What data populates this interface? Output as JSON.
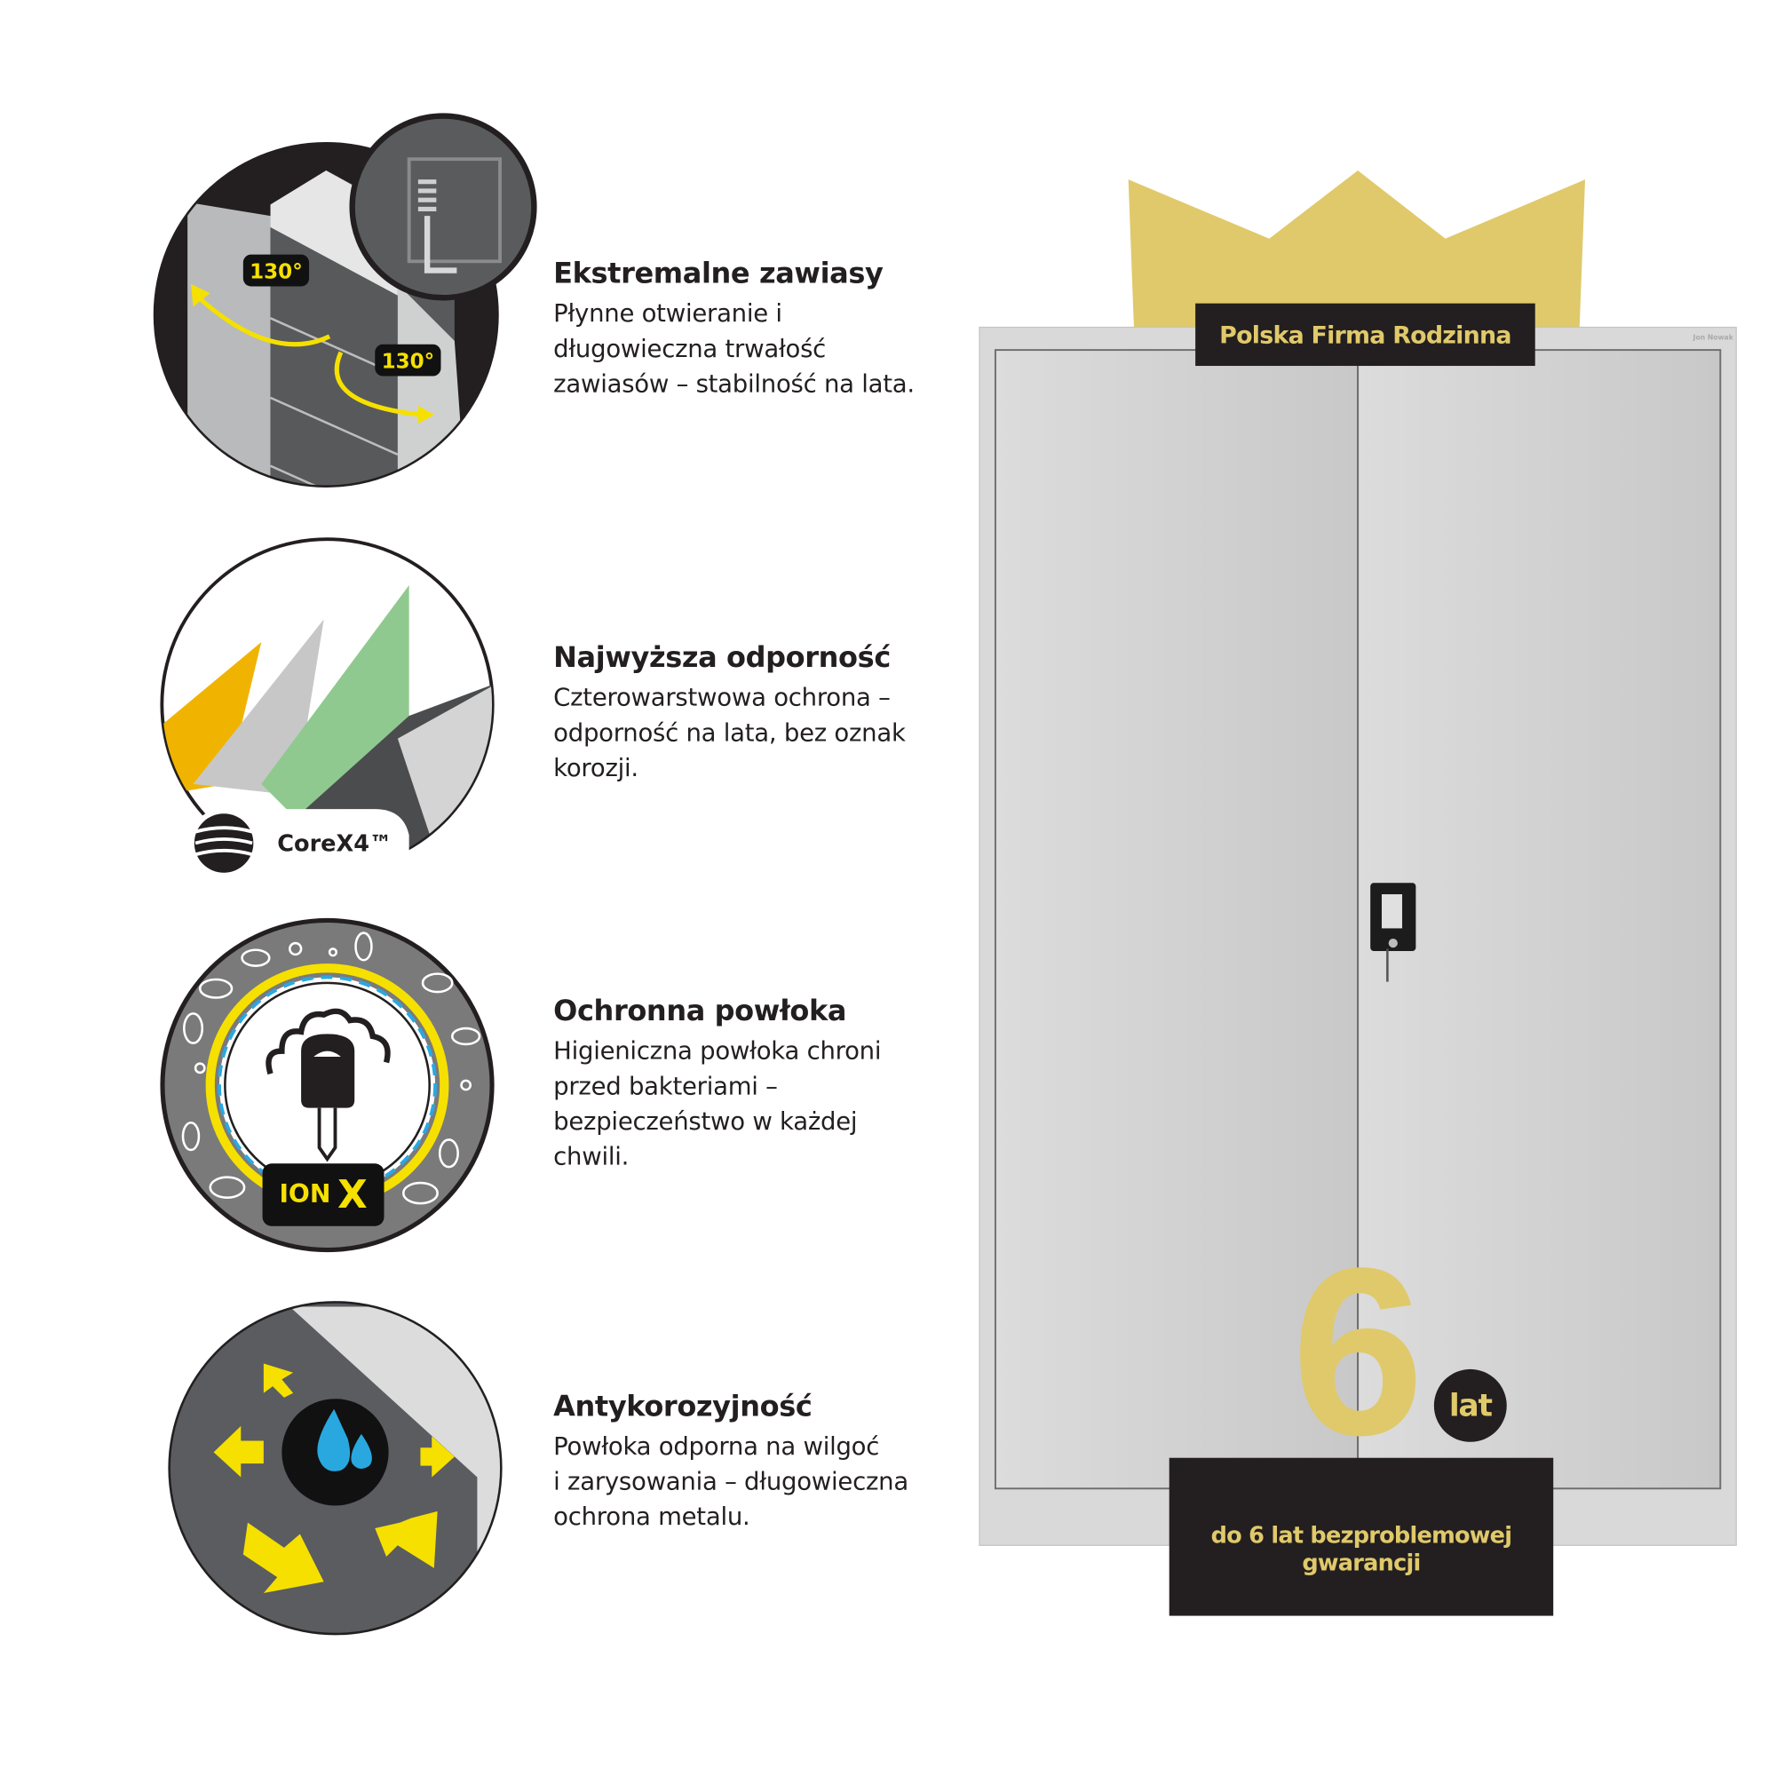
{
  "features": [
    {
      "title": "Ekstremalne zawiasy",
      "lines": [
        "Płynne otwieranie i",
        "długowieczna trwałość",
        "zawiasów – stabilność na lata."
      ],
      "badges": [
        "130°",
        "130°"
      ]
    },
    {
      "title": "Najwyższa odporność",
      "lines": [
        "Czterowarstwowa  ochrona –",
        "odporność na lata, bez oznak",
        "korozji."
      ],
      "badge": "CoreX4™"
    },
    {
      "title": "Ochronna powłoka",
      "lines": [
        "Higieniczna powłoka chroni",
        "przed bakteriami –",
        "bezpieczeństwo w każdej",
        "chwili."
      ],
      "badge_a": "ION",
      "badge_b": "X"
    },
    {
      "title": "Antykorozyjność",
      "lines": [
        "Powłoka odporna na wilgoć",
        "i zarysowania – długowieczna",
        "ochrona metalu."
      ]
    }
  ],
  "banner": "Polska Firma Rodzinna",
  "brand_mark": "Jon Nowak",
  "warranty": {
    "number": "6",
    "unit": "lat",
    "text_line1": "do 6 lat bezproblemowej",
    "text_line2": "gwarancji"
  },
  "colors": {
    "gold": "#e0c96a",
    "dark": "#231f20",
    "yellow": "#f5e000",
    "cabinet": "#d6d6d6"
  }
}
